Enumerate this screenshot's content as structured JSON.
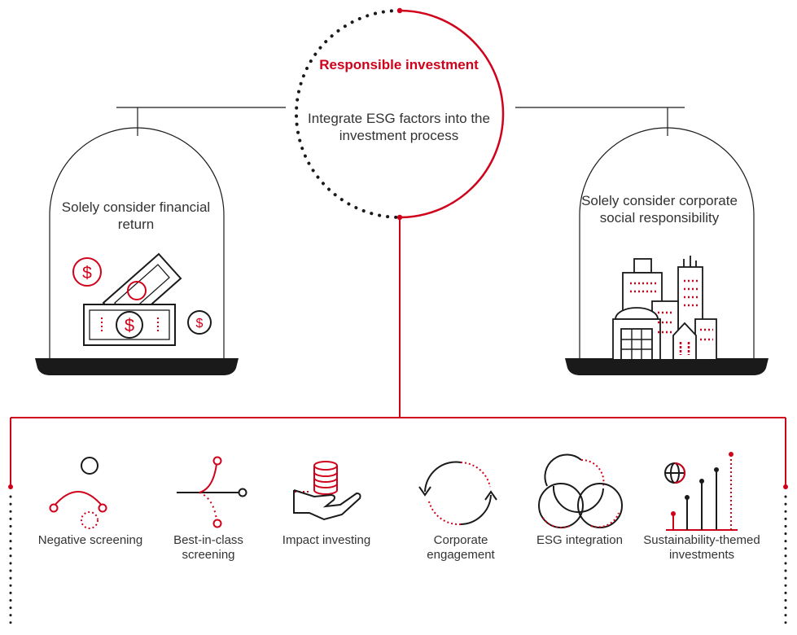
{
  "center": {
    "title": "Responsible investment",
    "description": "Integrate ESG factors into the investment process"
  },
  "left_dome": {
    "text": "Solely consider financial return",
    "icon": "money-bills-icon"
  },
  "right_dome": {
    "text": "Solely consider corporate social responsibility",
    "icon": "city-buildings-icon"
  },
  "approaches": [
    {
      "label": "Negative screening",
      "icon": "negative-screening-icon"
    },
    {
      "label": "Best-in-class screening",
      "icon": "best-in-class-icon"
    },
    {
      "label": "Impact investing",
      "icon": "impact-investing-icon"
    },
    {
      "label": "Corporate engagement",
      "icon": "corporate-engagement-icon"
    },
    {
      "label": "ESG integration",
      "icon": "esg-integration-icon"
    },
    {
      "label": "Sustainability-themed investments",
      "icon": "sustainability-themed-icon"
    }
  ],
  "colors": {
    "accent": "#d0021b",
    "ink": "#1a1a1a",
    "text": "#333333"
  }
}
